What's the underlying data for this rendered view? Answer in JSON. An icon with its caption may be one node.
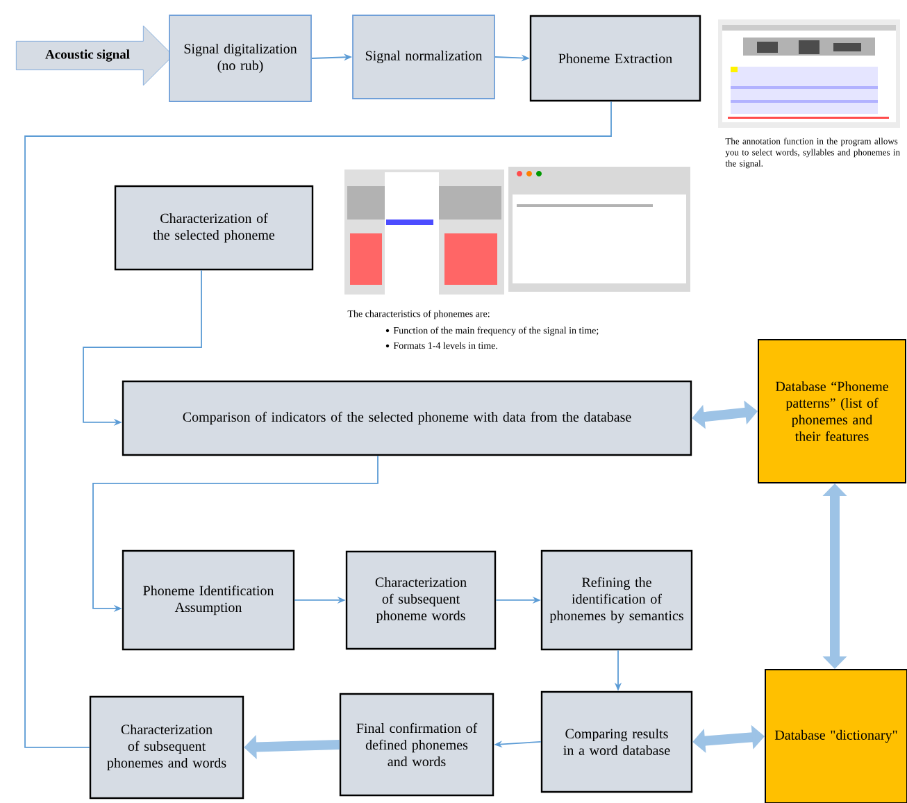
{
  "diagram": {
    "nodes": [
      {
        "text": [
          "Acoustic signal"
        ]
      },
      {
        "text": [
          "Signal digitalization (no rub)"
        ]
      },
      {
        "text": [
          "Signal normalization"
        ]
      },
      {
        "text": [
          "Phoneme Extraction"
        ]
      },
      {
        "text": [
          "Characterization of the selected phoneme"
        ]
      },
      {
        "text": [
          "Comparison of indicators of the selected phoneme with data from the database"
        ]
      },
      {
        "text": [
          "Database “Phoneme patterns” (list of phonemes and their features"
        ]
      },
      {
        "text": [
          "Phoneme Identification Assumption"
        ]
      },
      {
        "text": [
          "Characterization of subsequent phoneme words"
        ]
      },
      {
        "text": [
          "Refining the identification of phonemes by semantics"
        ]
      },
      {
        "text": [
          "Comparing results in a word database"
        ]
      },
      {
        "text": [
          "Database \"dictionary\""
        ]
      },
      {
        "text": [
          "Final confirmation of defined phonemes and words"
        ]
      },
      {
        "text": [
          "Characterization of subsequent phonemes and words"
        ]
      }
    ],
    "edges": [
      {
        "from": 1,
        "to": 2,
        "arrow": "to"
      },
      {
        "from": 2,
        "to": 3,
        "arrow": "to"
      },
      {
        "from": 4,
        "to": 5,
        "arrow": "to"
      },
      {
        "from": 5,
        "to": 6,
        "arrow": "both",
        "style": "thick"
      },
      {
        "from": 5,
        "to": 7,
        "arrow": "to"
      },
      {
        "from": 7,
        "to": 8,
        "arrow": "to"
      },
      {
        "from": 8,
        "to": 9,
        "arrow": "to"
      },
      {
        "from": 9,
        "to": 10,
        "arrow": "to"
      },
      {
        "from": 10,
        "to": 11,
        "arrow": "both",
        "style": "thick"
      },
      {
        "from": 6,
        "to": 11,
        "arrow": "both",
        "style": "thick"
      },
      {
        "from": 10,
        "to": 12,
        "arrow": "to"
      },
      {
        "from": 12,
        "to": 13,
        "arrow": "to",
        "style": "thick"
      },
      {
        "from": 13,
        "to": 3,
        "arrow": "none"
      }
    ],
    "labels": [
      "The annotation function in the program allows you to select words, syllables and phonemes in the signal.",
      "The characteristics of phonemes are:",
      "Function of the main frequency of the signal in time;",
      "Formats 1-4 levels in time."
    ]
  }
}
